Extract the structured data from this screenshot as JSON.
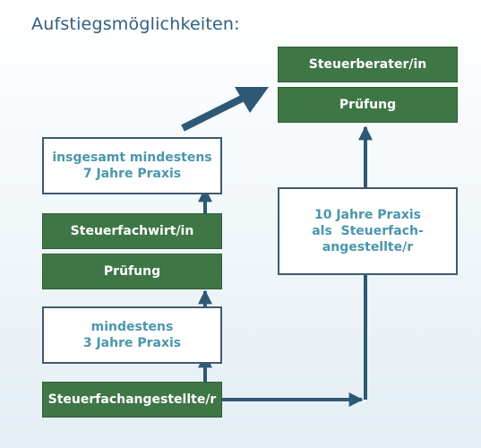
{
  "title": "Aufstiegsmöglichkeiten:",
  "colors": {
    "green": "#3e7646",
    "border": "#3d5a70",
    "connector": "#2e5974",
    "title": "#2f5f80",
    "white_text": "#4a96ad"
  },
  "left": {
    "total_practice": [
      "insgesamt mindestens",
      "7 Jahre Praxis"
    ],
    "steuerfachwirt": "Steuerfachwirt/in",
    "exam": "Prüfung",
    "min_practice": [
      "mindestens",
      "3 Jahre Praxis"
    ],
    "start": "Steuerfachangestellte/r"
  },
  "right": {
    "steuerberater": "Steuerberater/in",
    "exam": "Prüfung",
    "practice": [
      "10 Jahre Praxis",
      "als  Steuerfach-",
      "angestellte/r"
    ]
  }
}
